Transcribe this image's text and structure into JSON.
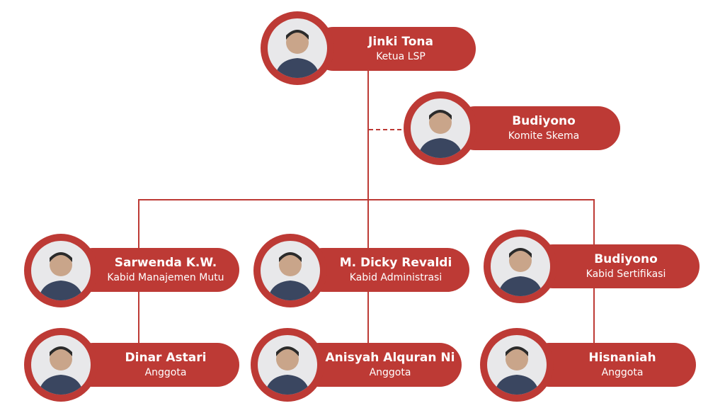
{
  "colors": {
    "accent": "#bd3a35",
    "background": "#ffffff"
  },
  "nodes": {
    "ketua": {
      "name": "Jinki Tona",
      "role": "Ketua LSP"
    },
    "komite": {
      "name": "Budiyono",
      "role": "Komite Skema"
    },
    "mutu": {
      "name": "Sarwenda K.W.",
      "role": "Kabid Manajemen Mutu"
    },
    "administrasi": {
      "name": "M. Dicky Revaldi",
      "role": "Kabid Administrasi"
    },
    "sertifikasi": {
      "name": "Budiyono",
      "role": "Kabid Sertifikasi"
    },
    "anggota1": {
      "name": "Dinar Astari",
      "role": "Anggota"
    },
    "anggota2": {
      "name": "Anisyah Alquran Ni",
      "role": "Anggota"
    },
    "anggota3": {
      "name": "Hisnaniah",
      "role": "Anggota"
    }
  }
}
